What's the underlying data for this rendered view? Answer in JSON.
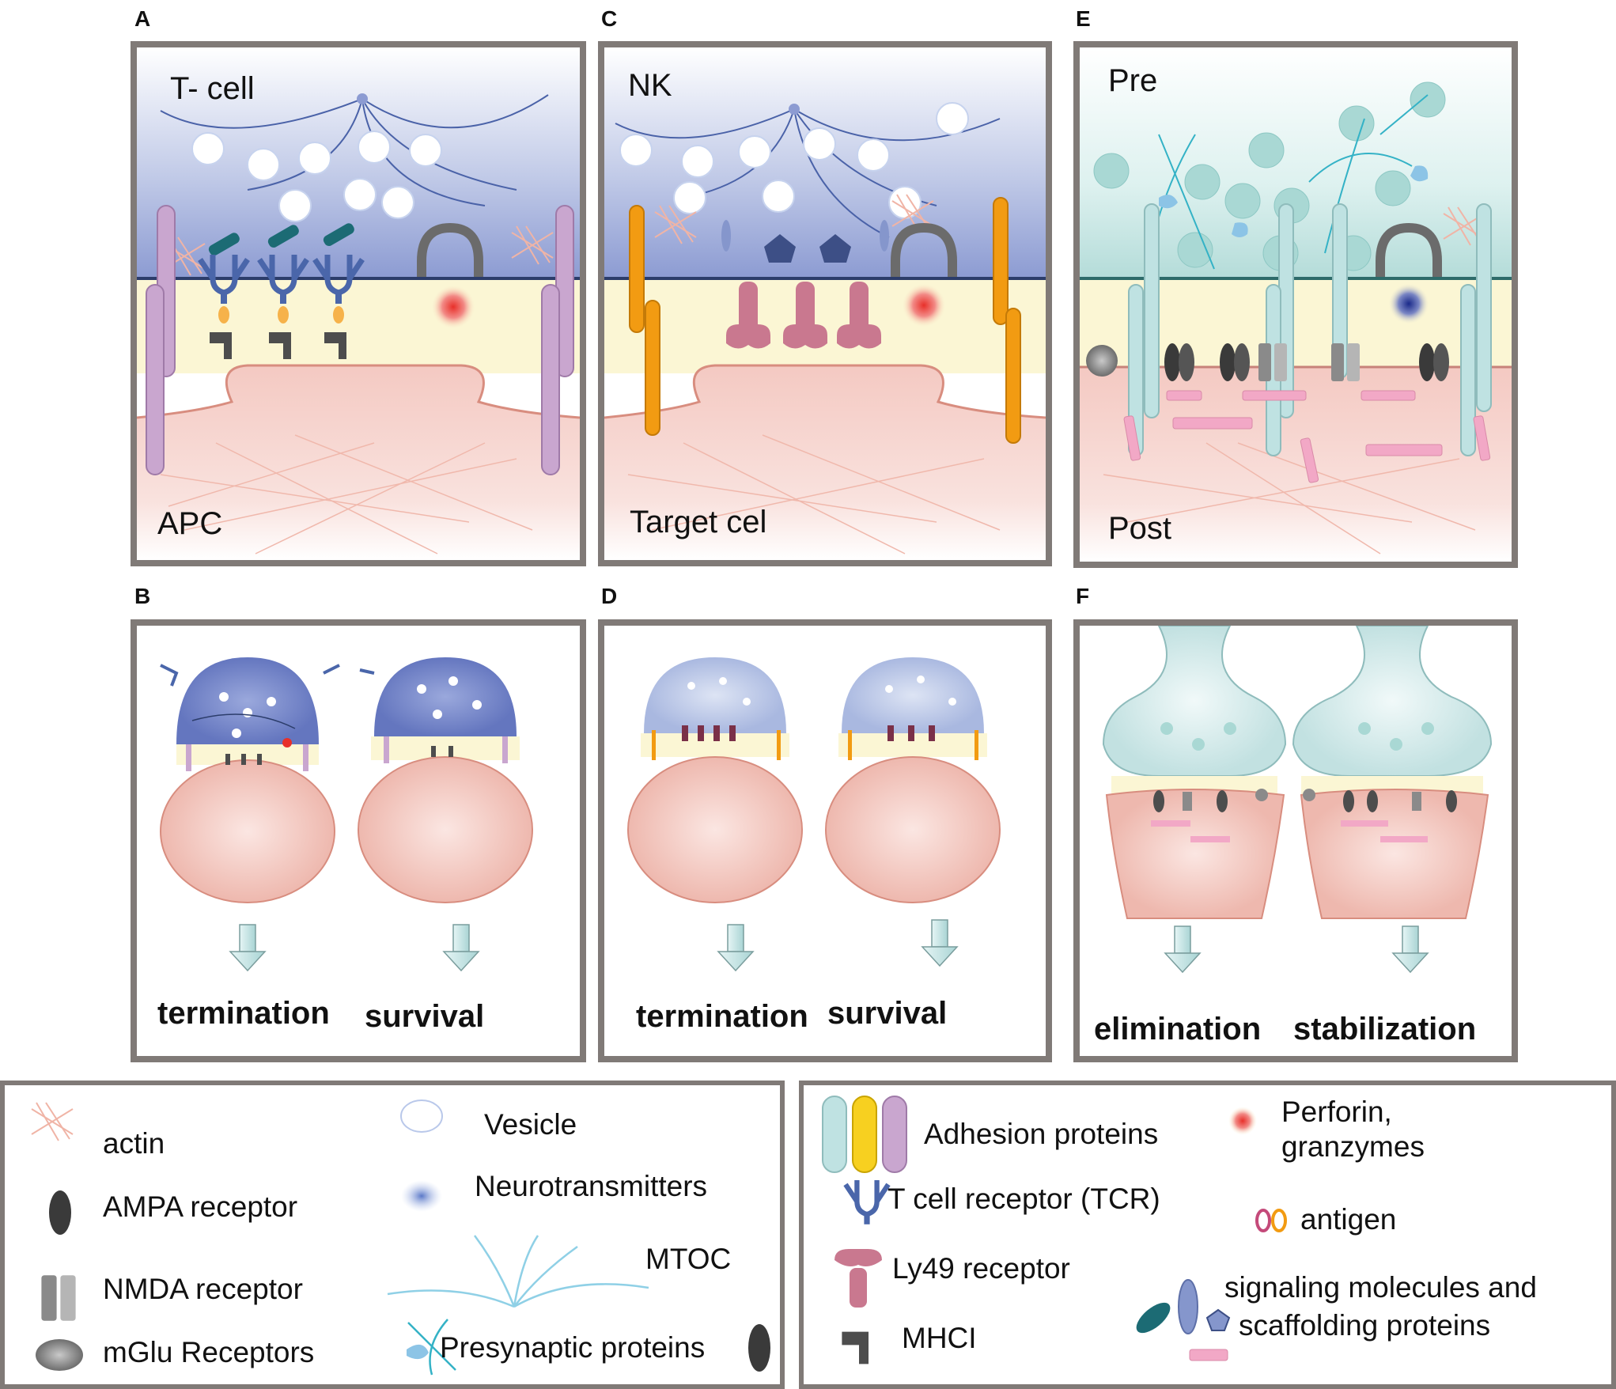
{
  "panels": {
    "A": {
      "letter": "A",
      "top_label": "T- cell",
      "bottom_label": "APC"
    },
    "B": {
      "letter": "B",
      "outcome_left": "termination",
      "outcome_right": "survival"
    },
    "C": {
      "letter": "C",
      "top_label": "NK",
      "bottom_label": "Target cel"
    },
    "D": {
      "letter": "D",
      "outcome_left": "termination",
      "outcome_right": "survival"
    },
    "E": {
      "letter": "E",
      "top_label": "Pre",
      "bottom_label": "Post"
    },
    "F": {
      "letter": "F",
      "outcome_left": "elimination",
      "outcome_right": "stabilization"
    }
  },
  "legend_left": {
    "actin": "actin",
    "ampa": "AMPA receptor",
    "nmda": "NMDA receptor",
    "mglu": "mGlu Receptors",
    "vesicle": "Vesicle",
    "neurotransmitters": "Neurotransmitters",
    "mtoc": "MTOC",
    "presynaptic": "Presynaptic proteins"
  },
  "legend_right": {
    "adhesion": "Adhesion proteins",
    "tcr": "T cell receptor (TCR)",
    "ly49": "Ly49 receptor",
    "mhci": "MHCI",
    "perforin_line1": "Perforin,",
    "perforin_line2": "granzymes",
    "antigen": "antigen",
    "signaling_line1": "signaling molecules and",
    "signaling_line2": "scaffolding proteins"
  },
  "colors": {
    "frame": "#807a77",
    "tcell_blue": "#8c9bd2",
    "synapse_yellow": "#fbf6d4",
    "apc_pink": "#f6d3cc",
    "pre_teal": "#d2ecea",
    "adhesion_purple": "#c9a6cf",
    "adhesion_orange": "#f29b12",
    "adhesion_teal": "#bfe2e2",
    "ly49_pink": "#c9788f",
    "perforin_red": "#e8302a",
    "tcr_blue": "#4a66aa",
    "scaffold_pink": "#f2a8c6"
  }
}
